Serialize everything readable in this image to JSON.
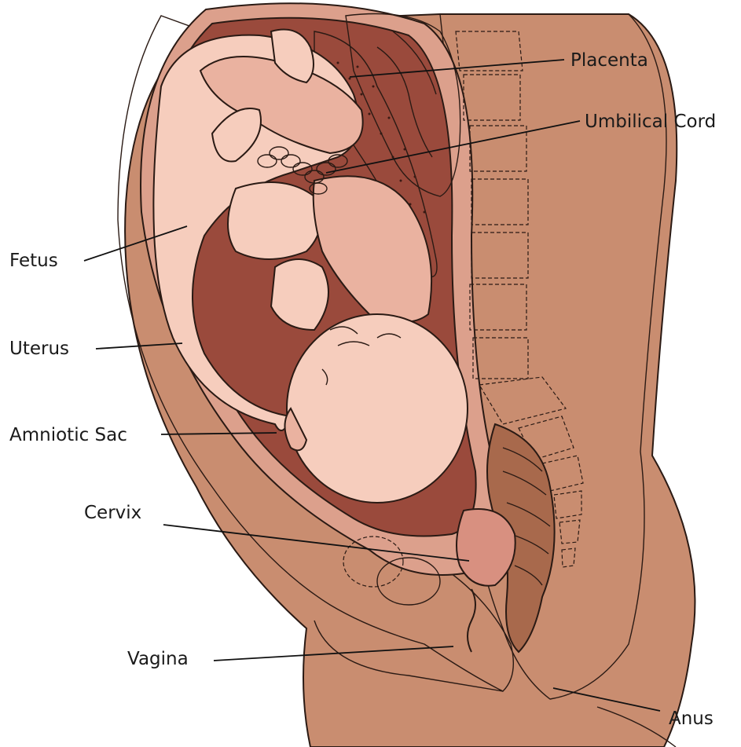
{
  "diagram": {
    "labels": {
      "placenta": "Placenta",
      "umbilical_cord": "Umbilical Cord",
      "fetus": "Fetus",
      "uterus": "Uterus",
      "amniotic_sac": "Amniotic Sac",
      "cervix": "Cervix",
      "vagina": "Vagina",
      "anus": "Anus"
    },
    "colors": {
      "skin": "#c98d70",
      "skin_dark": "#a8694c",
      "body_fat": "#f7ecc6",
      "uterus_wall": "#dca08c",
      "amniotic_fluid": "#9a4a3c",
      "fetus_skin": "#f6cdbd",
      "fetus_shade": "#eab2a0",
      "placenta": "#a8564a",
      "cord": "#8f8a99",
      "spine_area": "#fbf3dc"
    }
  }
}
